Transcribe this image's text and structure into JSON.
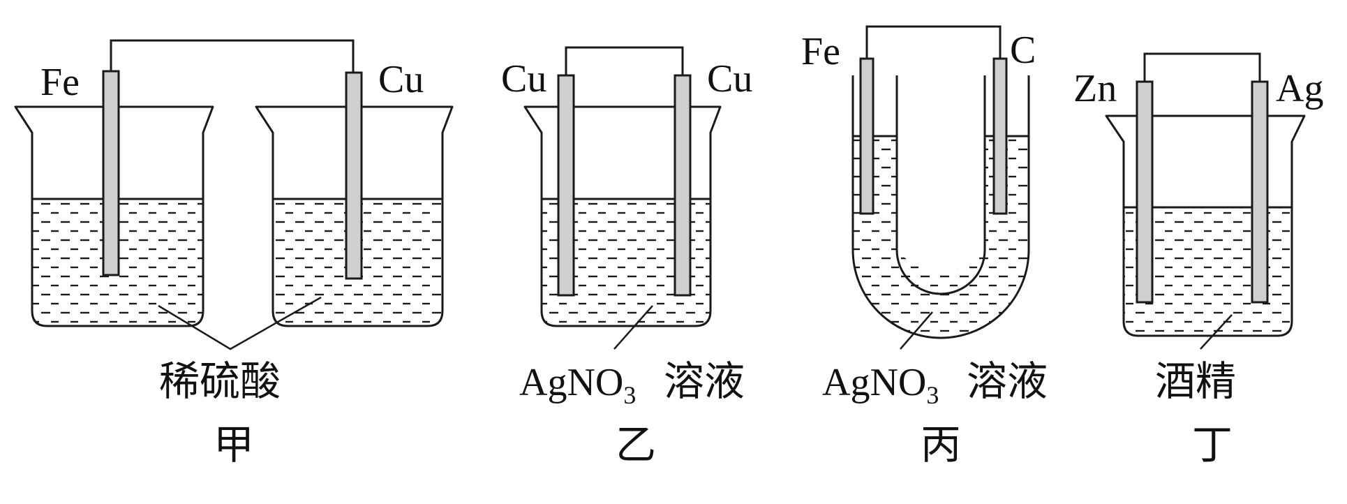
{
  "figure": {
    "jia": {
      "left_electrode": "Fe",
      "right_electrode": "Cu",
      "solution": "稀硫酸",
      "caption": "甲"
    },
    "yi": {
      "left_electrode": "Cu",
      "right_electrode": "Cu",
      "solution_main": "AgNO",
      "solution_sub": "3",
      "solution_tail": "溶液",
      "caption": "乙"
    },
    "bing": {
      "left_electrode": "Fe",
      "right_electrode": "C",
      "solution_main": "AgNO",
      "solution_sub": "3",
      "solution_tail": "溶液",
      "caption": "丙"
    },
    "ding": {
      "left_electrode": "Zn",
      "right_electrode": "Ag",
      "solution": "酒精",
      "caption": "丁"
    }
  }
}
